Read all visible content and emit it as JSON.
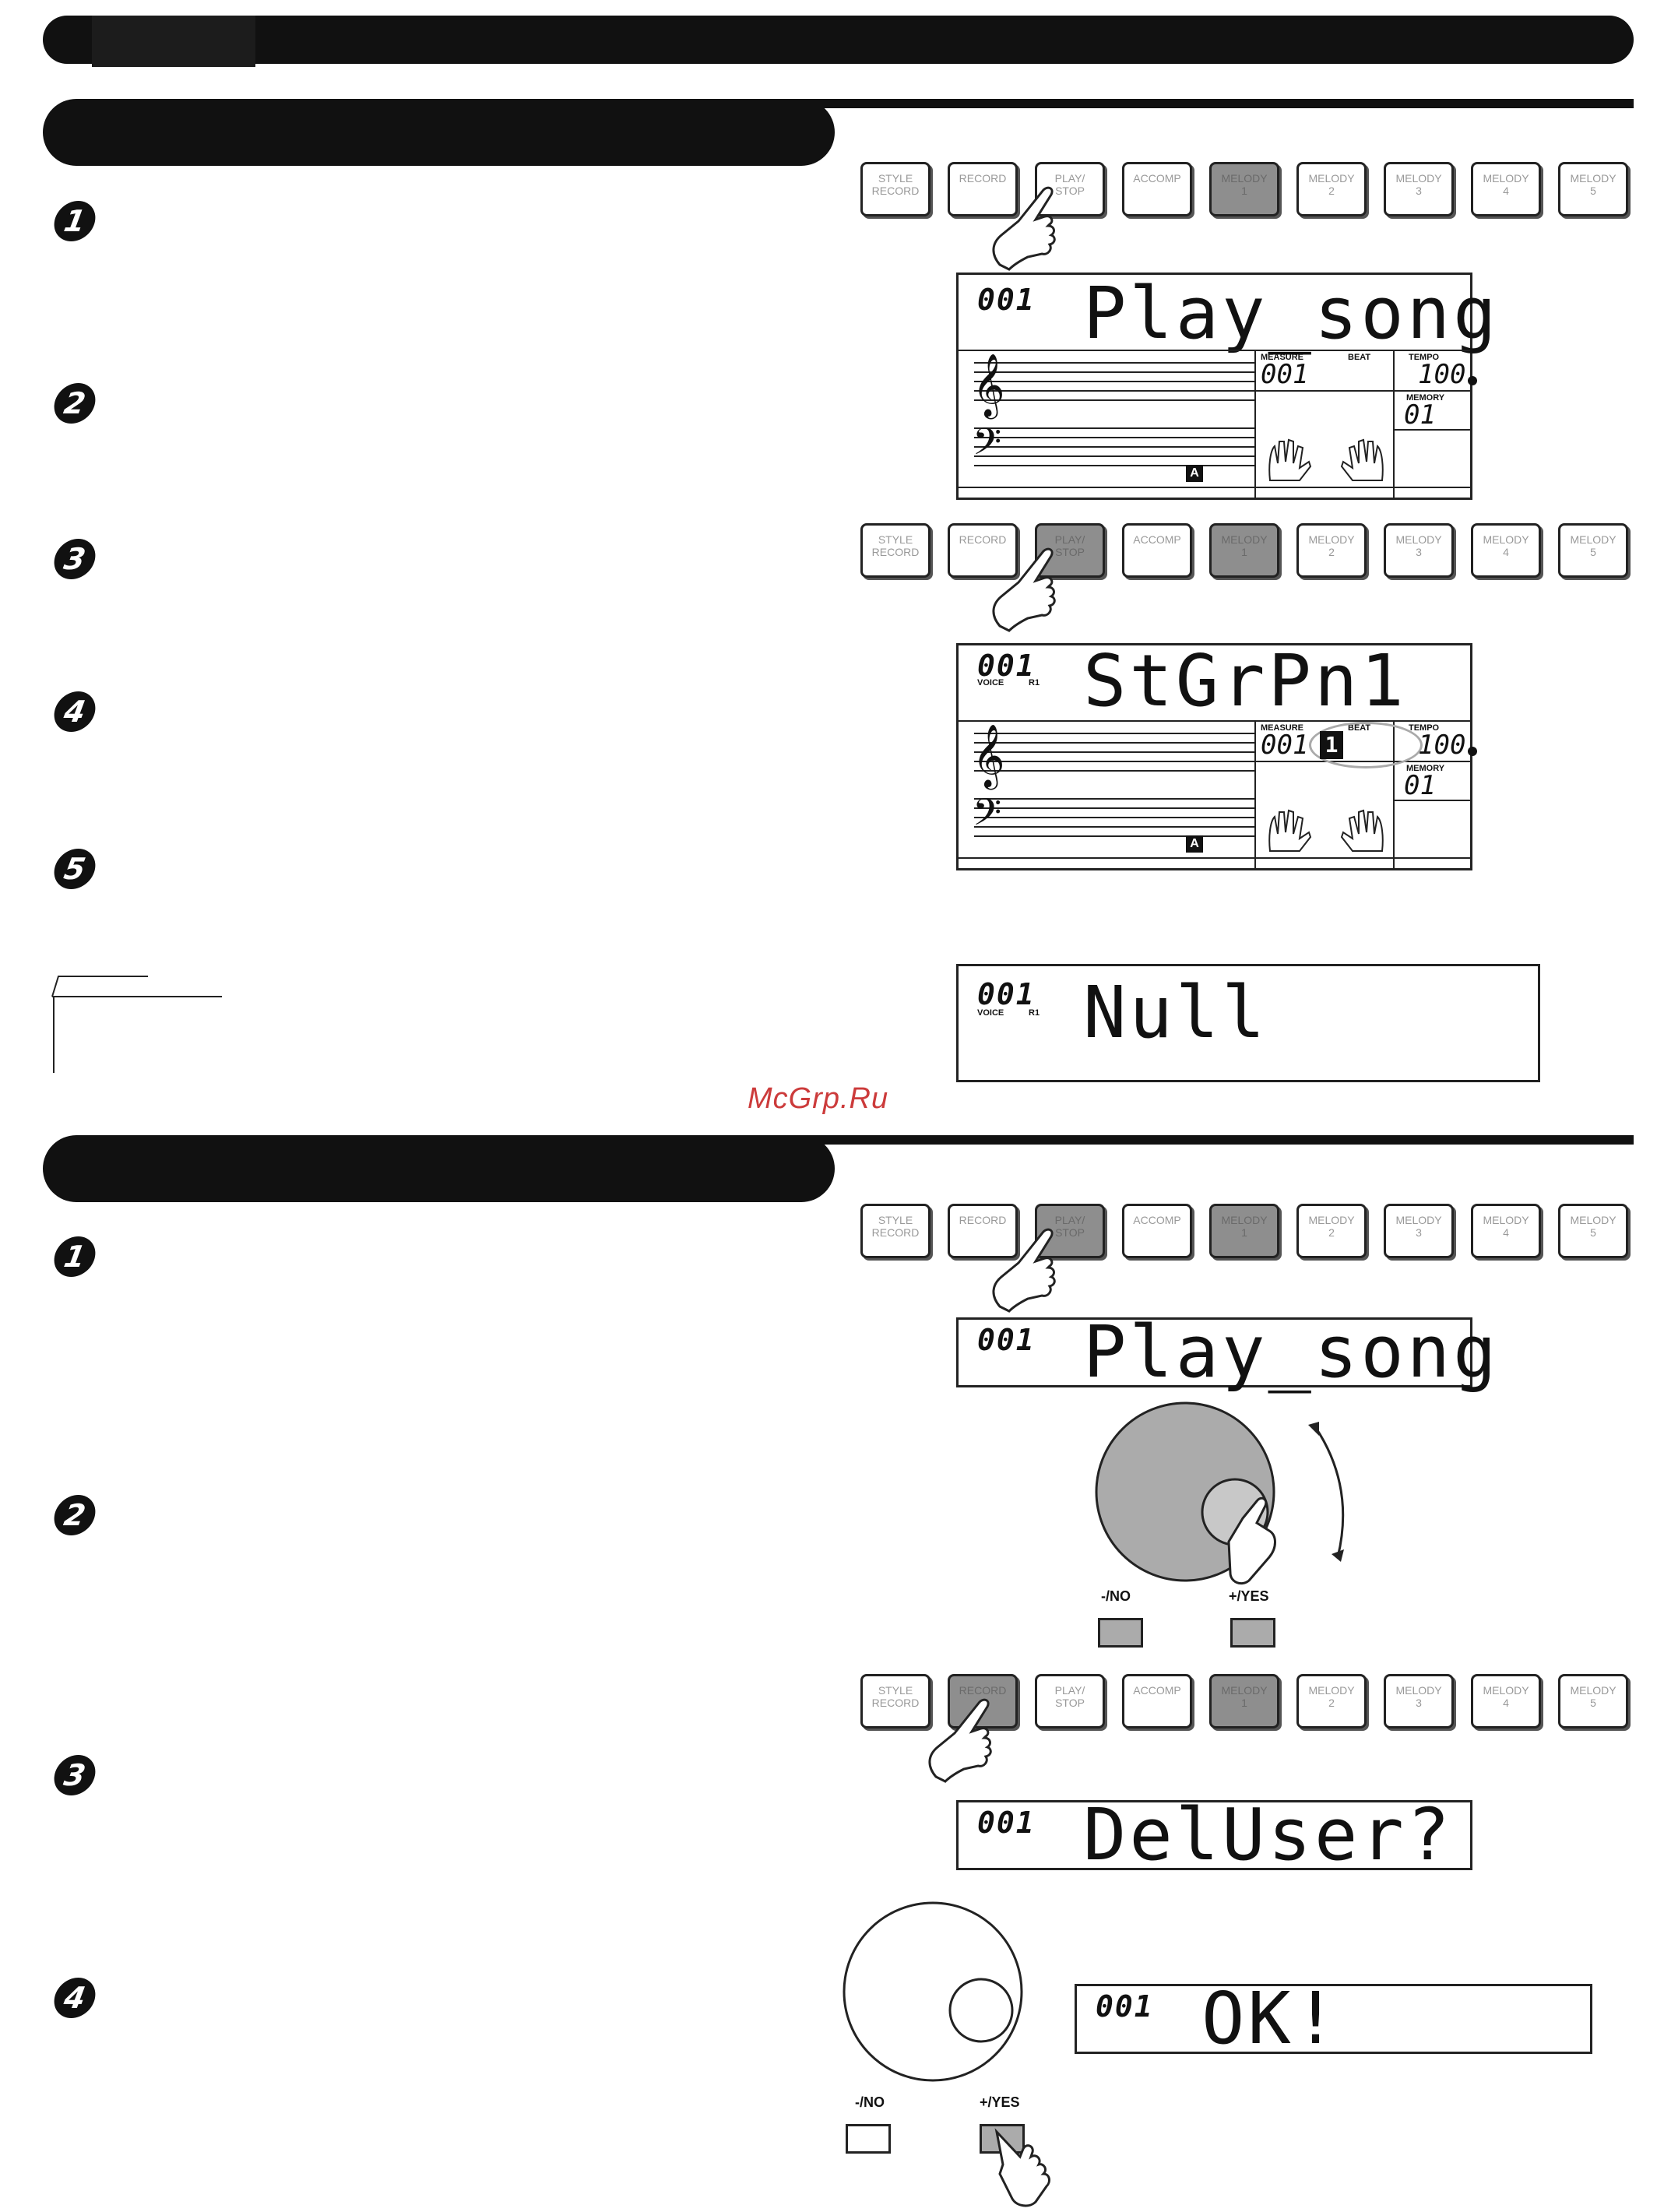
{
  "buttons": {
    "style_record": "STYLE\nRECORD",
    "record": "RECORD",
    "play_stop": "PLAY/\nSTOP",
    "accomp": "ACCOMP",
    "melody1": "MELODY\n1",
    "melody2": "MELODY\n2",
    "melody3": "MELODY\n3",
    "melody4": "MELODY\n4",
    "melody5": "MELODY\n5"
  },
  "steps": [
    "1",
    "2",
    "3",
    "4",
    "5"
  ],
  "lcd1": {
    "number": "001",
    "main": "Play_song",
    "measure_label": "MEASURE",
    "beat_label": "BEAT",
    "tempo_label": "TEMPO",
    "memory_label": "MEMORY",
    "measure": "001",
    "tempo": "100",
    "memory": "01",
    "section": "A"
  },
  "lcd2": {
    "number": "001",
    "voice_label": "VOICE",
    "r1_label": "R1",
    "main": "StGrPn1",
    "measure_label": "MEASURE",
    "beat_label": "BEAT",
    "tempo_label": "TEMPO",
    "memory_label": "MEMORY",
    "measure": "001",
    "beat": "1",
    "tempo": "100",
    "memory": "01",
    "section": "A"
  },
  "lcd3": {
    "number": "001",
    "voice_label": "VOICE",
    "r1_label": "R1",
    "main": "Null"
  },
  "lcd4": {
    "number": "001",
    "main": "Play_song"
  },
  "lcd5": {
    "number": "001",
    "main": "DelUser?"
  },
  "lcd6": {
    "number": "001",
    "main": "OK!"
  },
  "dial": {
    "no_label": "-/NO",
    "yes_label": "+/YES"
  },
  "watermark": "McGrp.Ru",
  "colors": {
    "bar": "#111111",
    "pressed": "#8e8e8e",
    "watermark": "#cc3b3b"
  }
}
